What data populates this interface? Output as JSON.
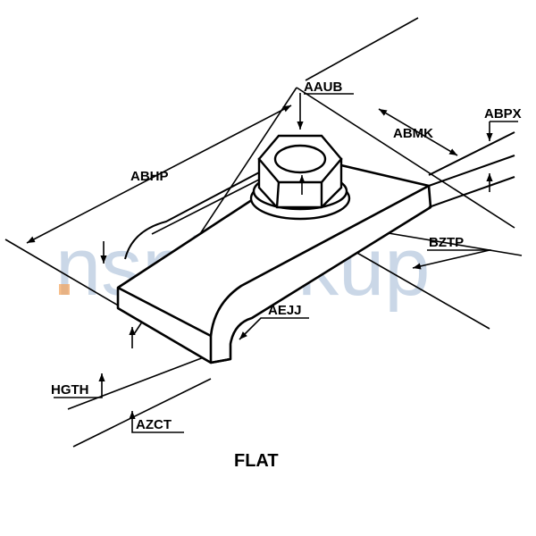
{
  "watermark": {
    "text": "nsnlookup",
    "colors": {
      "text": "#9fb8d4",
      "dot": "#f4a35a"
    }
  },
  "labels": {
    "aaub": "AAUB",
    "abpx": "ABPX",
    "abmk": "ABMK",
    "abhp": "ABHP",
    "bztp": "BZTP",
    "aejj": "AEJJ",
    "hgth": "HGTH",
    "azct": "AZCT"
  },
  "caption": "FLAT",
  "colors": {
    "line": "#000000",
    "background": "#ffffff"
  }
}
